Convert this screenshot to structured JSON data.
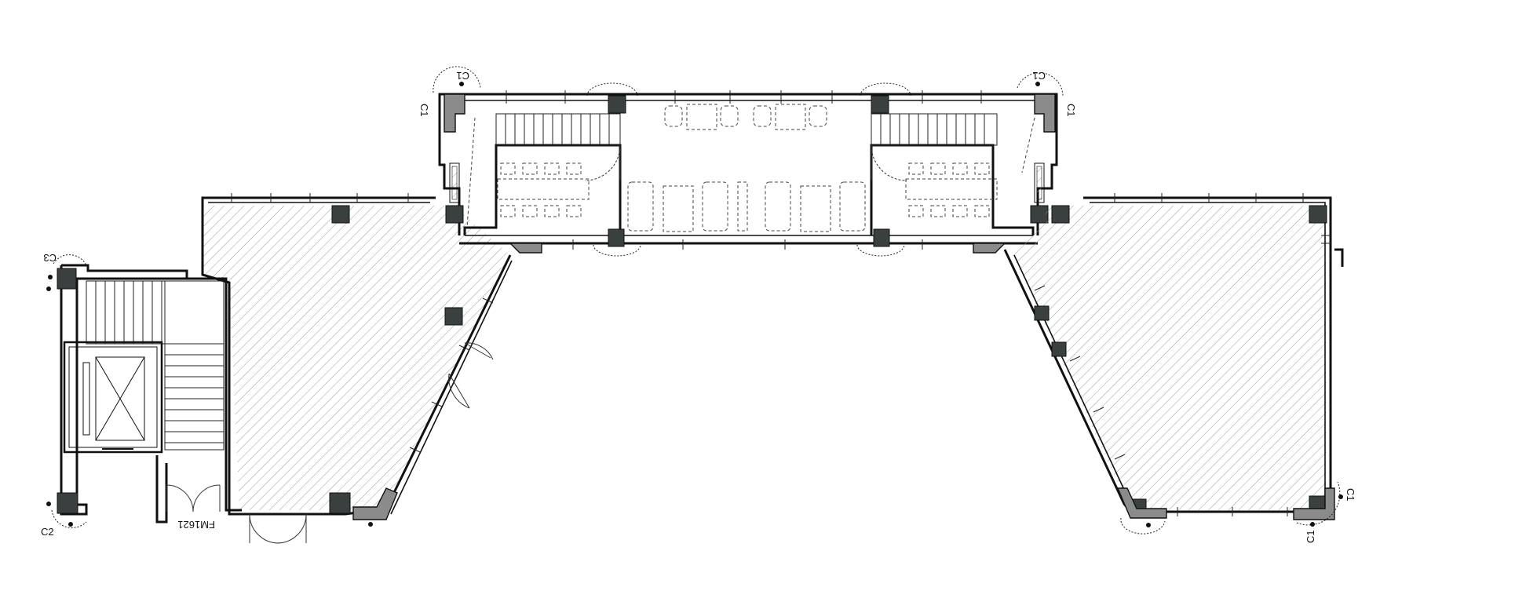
{
  "plan": {
    "column_tags": [
      {
        "id": "c-top-left-a",
        "text": "C1"
      },
      {
        "id": "c-top-left-b",
        "text": "C1"
      },
      {
        "id": "c-top-right-a",
        "text": "C1"
      },
      {
        "id": "c-top-right-b",
        "text": "C1"
      },
      {
        "id": "c-left-stair-top",
        "text": "C3"
      },
      {
        "id": "c-left-stair-bottom",
        "text": "C2"
      },
      {
        "id": "c-bottom-right-a",
        "text": "C1"
      },
      {
        "id": "c-bottom-right-b",
        "text": "C1"
      }
    ],
    "door_tag": "FM1621"
  }
}
